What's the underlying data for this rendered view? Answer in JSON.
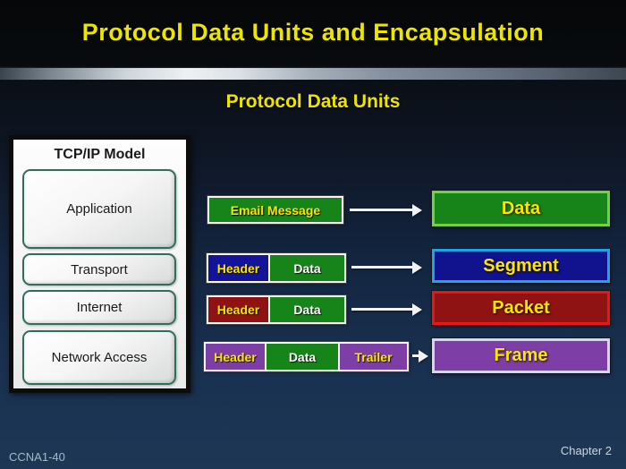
{
  "slide": {
    "title": "Protocol Data Units and Encapsulation",
    "subtitle": "Protocol Data Units",
    "footer_left": "CCNA1-40",
    "footer_right": "Chapter 2"
  },
  "tcpip_model": {
    "title": "TCP/IP Model",
    "layers": [
      "Application",
      "Transport",
      "Internet",
      "Network Access"
    ]
  },
  "rows": [
    {
      "cells": [
        {
          "label": "Email Message",
          "color": "#168418"
        }
      ],
      "pdu": "Data",
      "pdu_fill": "#168418",
      "pdu_border": "#74cf45"
    },
    {
      "cells": [
        {
          "label": "Header",
          "color": "#14149a"
        },
        {
          "label": "Data",
          "color": "#168418"
        }
      ],
      "pdu": "Segment",
      "pdu_fill": "#10128e",
      "pdu_border": "#22a0e8"
    },
    {
      "cells": [
        {
          "label": "Header",
          "color": "#8f1313"
        },
        {
          "label": "Data",
          "color": "#168418"
        }
      ],
      "pdu": "Packet",
      "pdu_fill": "#8f1313",
      "pdu_border": "#e81616"
    },
    {
      "cells": [
        {
          "label": "Header",
          "color": "#7d3ea6"
        },
        {
          "label": "Data",
          "color": "#168418"
        },
        {
          "label": "Trailer",
          "color": "#7d3ea6"
        }
      ],
      "pdu": "Frame",
      "pdu_fill": "#7d3ea6",
      "pdu_border": "#d6d6ea"
    }
  ],
  "colors": {
    "title_yellow": "#ede400",
    "label_yellow": "#ffe400",
    "background_navy_bottom": "#1d3755",
    "background_black_top": "#050708",
    "metal_bar_highlight": "#eef1f3"
  }
}
